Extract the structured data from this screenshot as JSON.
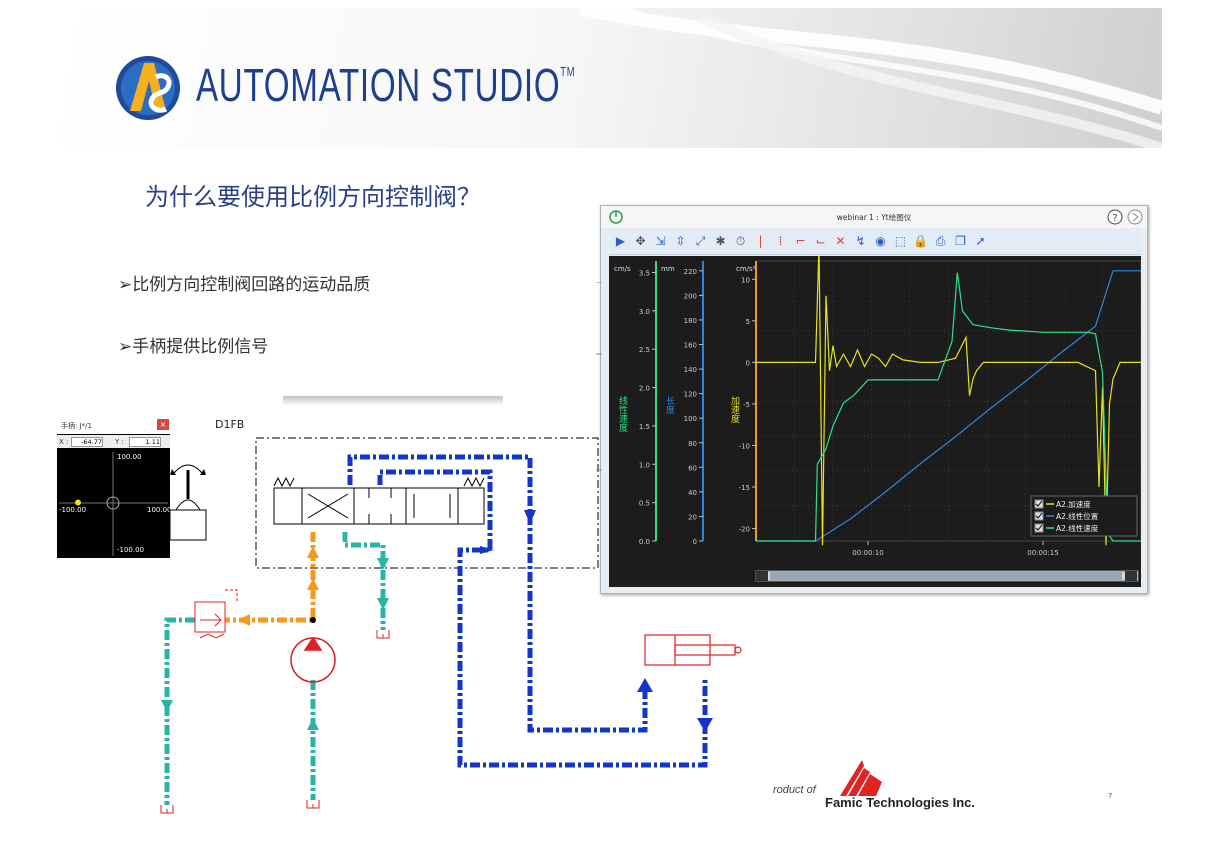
{
  "brand": {
    "logo_mark": "AS",
    "name": "AUTOMATION STUDIO",
    "trademark": "TM"
  },
  "slide": {
    "title": "为什么要使用比例方向控制阀？",
    "bullets": [
      "➢比例方向控制阀回路的运动品质",
      "➢手柄提供比例信号"
    ],
    "page_number": "7"
  },
  "joystick": {
    "title": "手柄: J*/1",
    "close": "×",
    "x_label": "X :",
    "x_value": "-64.77",
    "y_label": "Y :",
    "y_value": "1.11",
    "top": "100.00",
    "left": "-100.00",
    "right": "100.00",
    "bottom": "-100.00",
    "position": {
      "x": -64.77,
      "y": 1.11
    }
  },
  "circuit": {
    "valve_label": "D1FB"
  },
  "plotter": {
    "title": "webinar 1 : Yt绘图仪",
    "help_icon": "?",
    "power_icon": "power-icon",
    "toolbar": [
      "play-icon",
      "cursor-icon",
      "zoom-x-icon",
      "zoom-y-icon",
      "zoom-fit-icon",
      "zoom-all-icon",
      "stopwatch-icon",
      "marker-icon",
      "marker-remove-icon",
      "marker-add-icon",
      "marker-next-icon",
      "marker-delete-icon",
      "curve-icon",
      "eye-icon",
      "select-icon",
      "lock-icon",
      "print-icon",
      "copy-icon",
      "export-icon"
    ],
    "colors": {
      "accel": "#e8e21c",
      "position": "#2f86d8",
      "velocity": "#2ee08a",
      "background": "#1c1c1c"
    }
  },
  "chart_data": {
    "type": "line",
    "x_ticks": [
      "00:00:10",
      "00:00:15"
    ],
    "axes": [
      {
        "unit": "cm/s",
        "label": "线性速度",
        "ticks": [
          "3.5",
          "3.0",
          "2.5",
          "2.0",
          "1.5",
          "1.0",
          "0.5",
          "0.0"
        ]
      },
      {
        "unit": "mm",
        "label": "长度",
        "ticks": [
          "220",
          "200",
          "180",
          "160",
          "140",
          "120",
          "100",
          "80",
          "60",
          "40",
          "20",
          "0"
        ]
      },
      {
        "unit": "cm/s²",
        "label": "加速度",
        "ticks": [
          "10",
          "5",
          "0",
          "-5",
          "-10",
          "-15",
          "-20"
        ]
      }
    ],
    "xlim": [
      6.8,
      17.8
    ],
    "grid": true,
    "legend_position": "bottom-right",
    "series": [
      {
        "name": "A2.加速度",
        "axis": 2,
        "x": [
          6.8,
          8.5,
          8.6,
          8.7,
          8.8,
          8.9,
          9.0,
          9.1,
          9.3,
          9.5,
          9.7,
          9.9,
          10.1,
          10.3,
          10.5,
          10.7,
          11.0,
          11.5,
          12.0,
          12.5,
          12.8,
          12.9,
          13.0,
          13.1,
          13.2,
          13.3,
          13.5,
          14.0,
          15.0,
          16.0,
          16.5,
          16.6,
          16.7,
          16.8,
          16.9,
          17.0,
          17.2,
          17.5,
          17.8
        ],
        "values": [
          0,
          0,
          14,
          -22,
          8,
          -1,
          2,
          -0.5,
          1,
          -0.5,
          1.5,
          -0.5,
          1,
          0.5,
          -0.5,
          1,
          0.3,
          0,
          0,
          0.5,
          3,
          -4,
          -2,
          -1,
          -0.5,
          0,
          0,
          0,
          0,
          0,
          -1,
          -15,
          -3,
          -22,
          -5,
          -2,
          0,
          0,
          0
        ]
      },
      {
        "name": "A2.线性位置",
        "axis": 1,
        "x": [
          6.8,
          8.5,
          9.5,
          10.5,
          11.5,
          12.5,
          13.5,
          14.5,
          15.5,
          16.5,
          17.0,
          17.8
        ],
        "values": [
          0,
          0,
          18,
          40,
          63,
          85,
          108,
          130,
          153,
          175,
          220,
          220
        ]
      },
      {
        "name": "A2.线性速度",
        "axis": 0,
        "x": [
          6.8,
          8.5,
          8.55,
          8.8,
          9.0,
          9.3,
          9.6,
          10.0,
          10.4,
          11.0,
          11.6,
          12.0,
          12.4,
          12.55,
          12.7,
          13.0,
          13.5,
          14.0,
          15.0,
          16.0,
          16.3,
          16.5,
          16.7,
          16.85,
          17.0,
          17.8
        ],
        "values": [
          0,
          0,
          1.0,
          1.2,
          1.5,
          1.8,
          1.9,
          2.1,
          2.1,
          2.1,
          2.1,
          2.1,
          2.6,
          3.5,
          3.0,
          2.82,
          2.78,
          2.75,
          2.72,
          2.72,
          2.72,
          2.7,
          2.2,
          0.1,
          0,
          0
        ]
      }
    ]
  }
}
